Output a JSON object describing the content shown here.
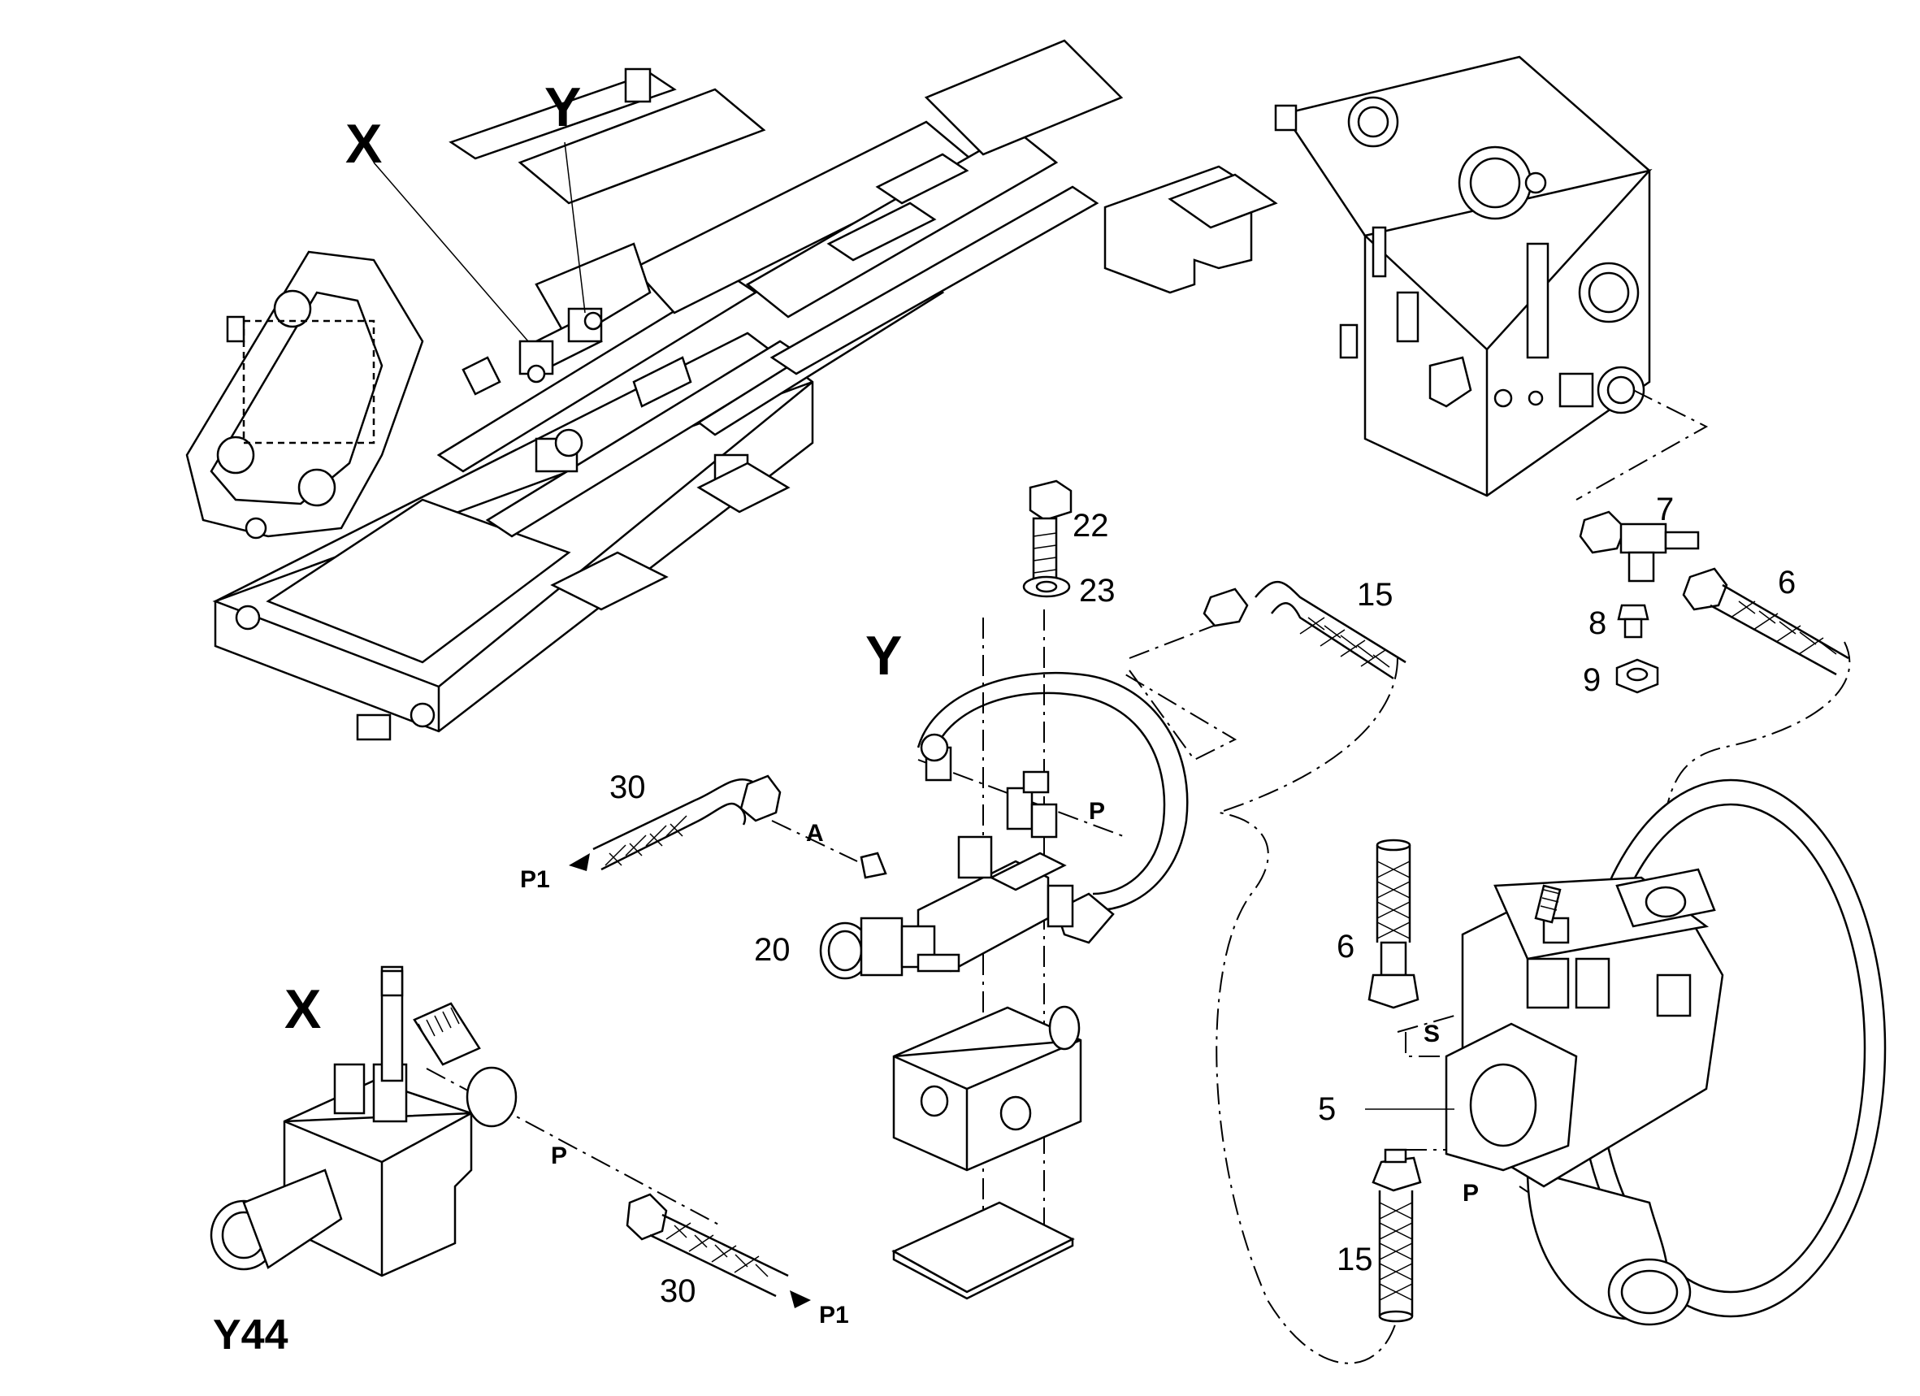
{
  "callouts": {
    "view_x_top": "X",
    "view_y_top": "Y",
    "view_y_detail": "Y",
    "view_x_detail": "X",
    "y44": "Y44",
    "n22": "22",
    "n23": "23",
    "n15_top": "15",
    "n7": "7",
    "n6_top": "6",
    "n8": "8",
    "n9": "9",
    "n30_top": "30",
    "n20": "20",
    "n6_mid": "6",
    "n5": "5",
    "n15_bottom": "15",
    "n30_bottom": "30",
    "port_a": "A",
    "port_p_y": "P",
    "port_p1_top": "P1",
    "port_p_x": "P",
    "port_p1_bottom": "P1",
    "port_s": "S",
    "port_p_pump": "P"
  }
}
